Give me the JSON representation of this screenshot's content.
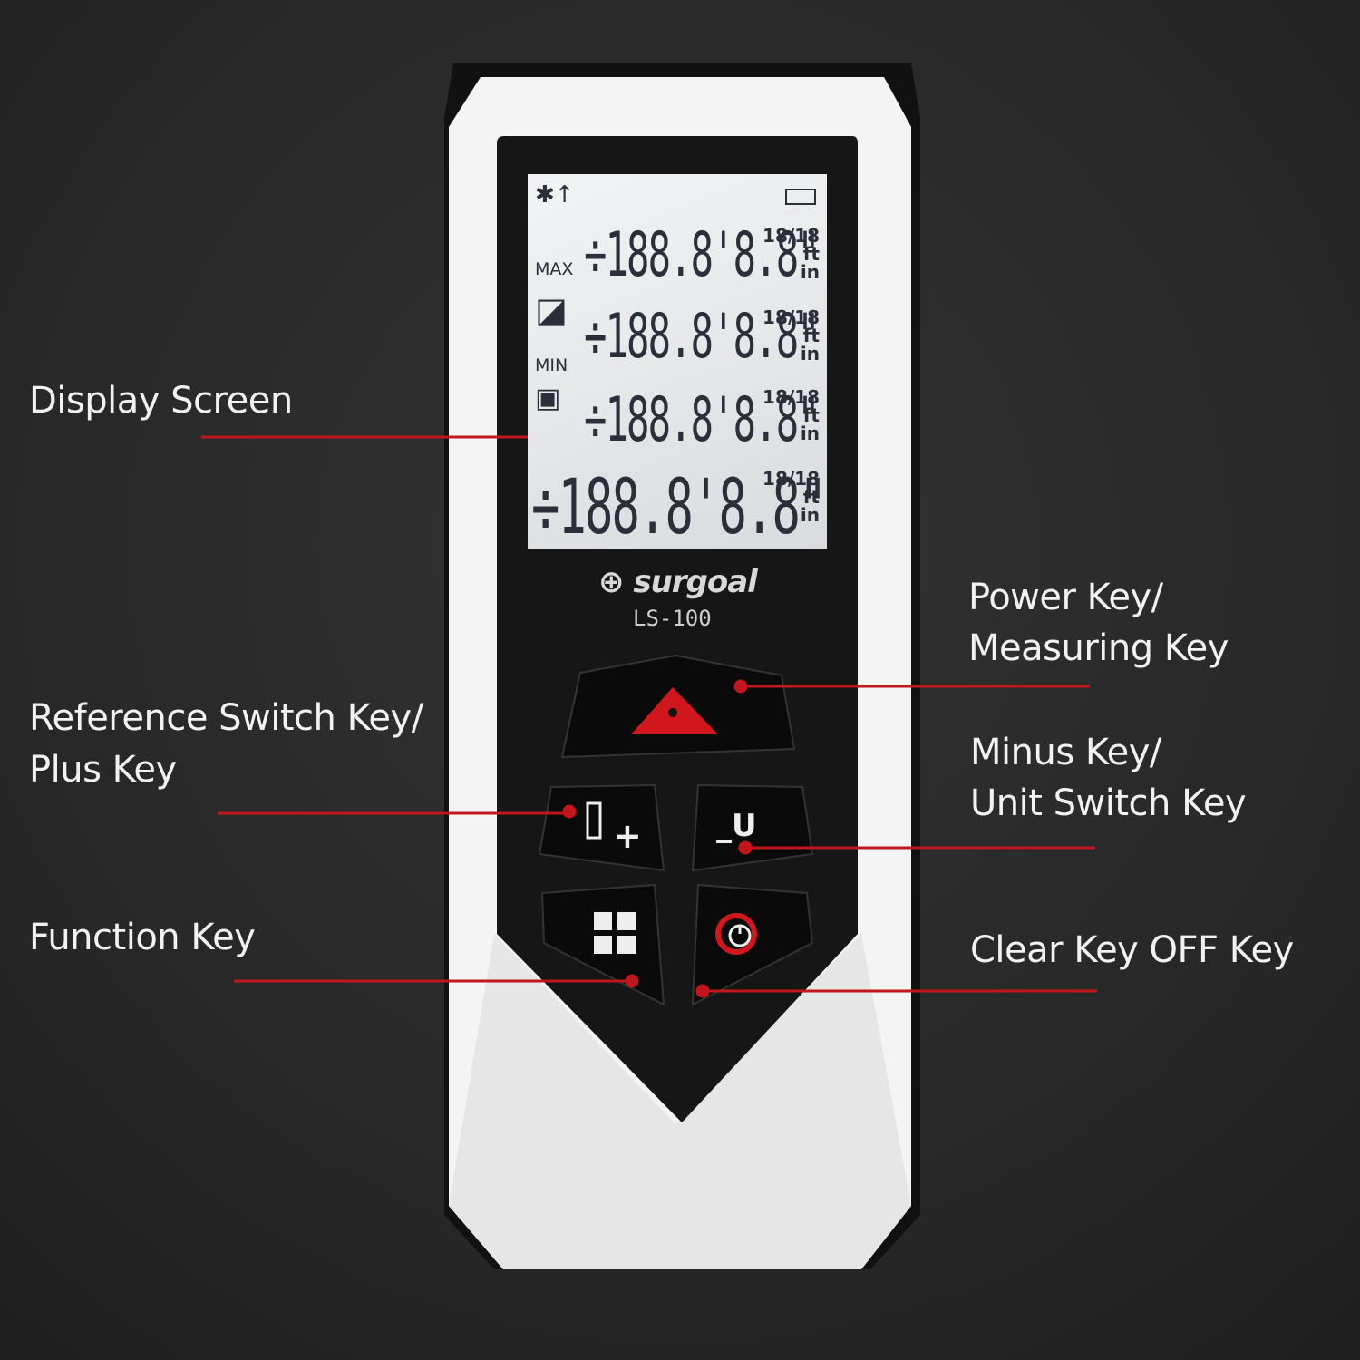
{
  "labels": {
    "display_screen": "Display Screen",
    "reference_switch_line1": "Reference Switch Key/",
    "reference_switch_line2": "Plus Key",
    "function_key": "Function Key",
    "power_key_line1": "Power Key/",
    "power_key_line2": "Measuring Key",
    "minus_key_line1": "Minus Key/",
    "minus_key_line2": "Unit Switch Key",
    "clear_key": "Clear Key OFF Key"
  },
  "device": {
    "brand": "surgoal",
    "model": "LS-100",
    "lcd": {
      "max": "MAX",
      "min": "MIN",
      "rows": [
        "÷188.8'8.8\"",
        "÷188.8'8.8\"",
        "÷188.8'8.8\"",
        "÷188.8'8.8\""
      ],
      "unit_top": "18/18",
      "unit_ft": "ft",
      "unit_m": "in"
    }
  },
  "colors": {
    "accent": "#d2161e",
    "callout": "#c0161c"
  }
}
